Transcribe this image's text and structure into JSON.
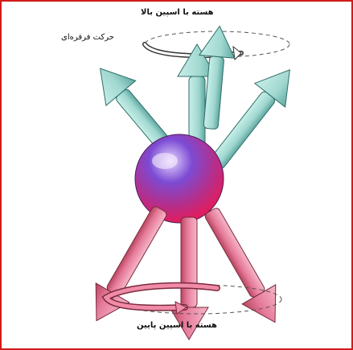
{
  "labels": {
    "top": "هسته با اسپین بالا",
    "spin": "حرکت فرفره‌ای",
    "bottom": "هسته با اسپین پایین"
  },
  "colors": {
    "frame": "#d11a1a",
    "up_arrows": "#9fd7cf",
    "down_arrows": "#e57a9a",
    "sphere_top": "#5a2bb0",
    "sphere_bottom": "#e21c5c"
  }
}
